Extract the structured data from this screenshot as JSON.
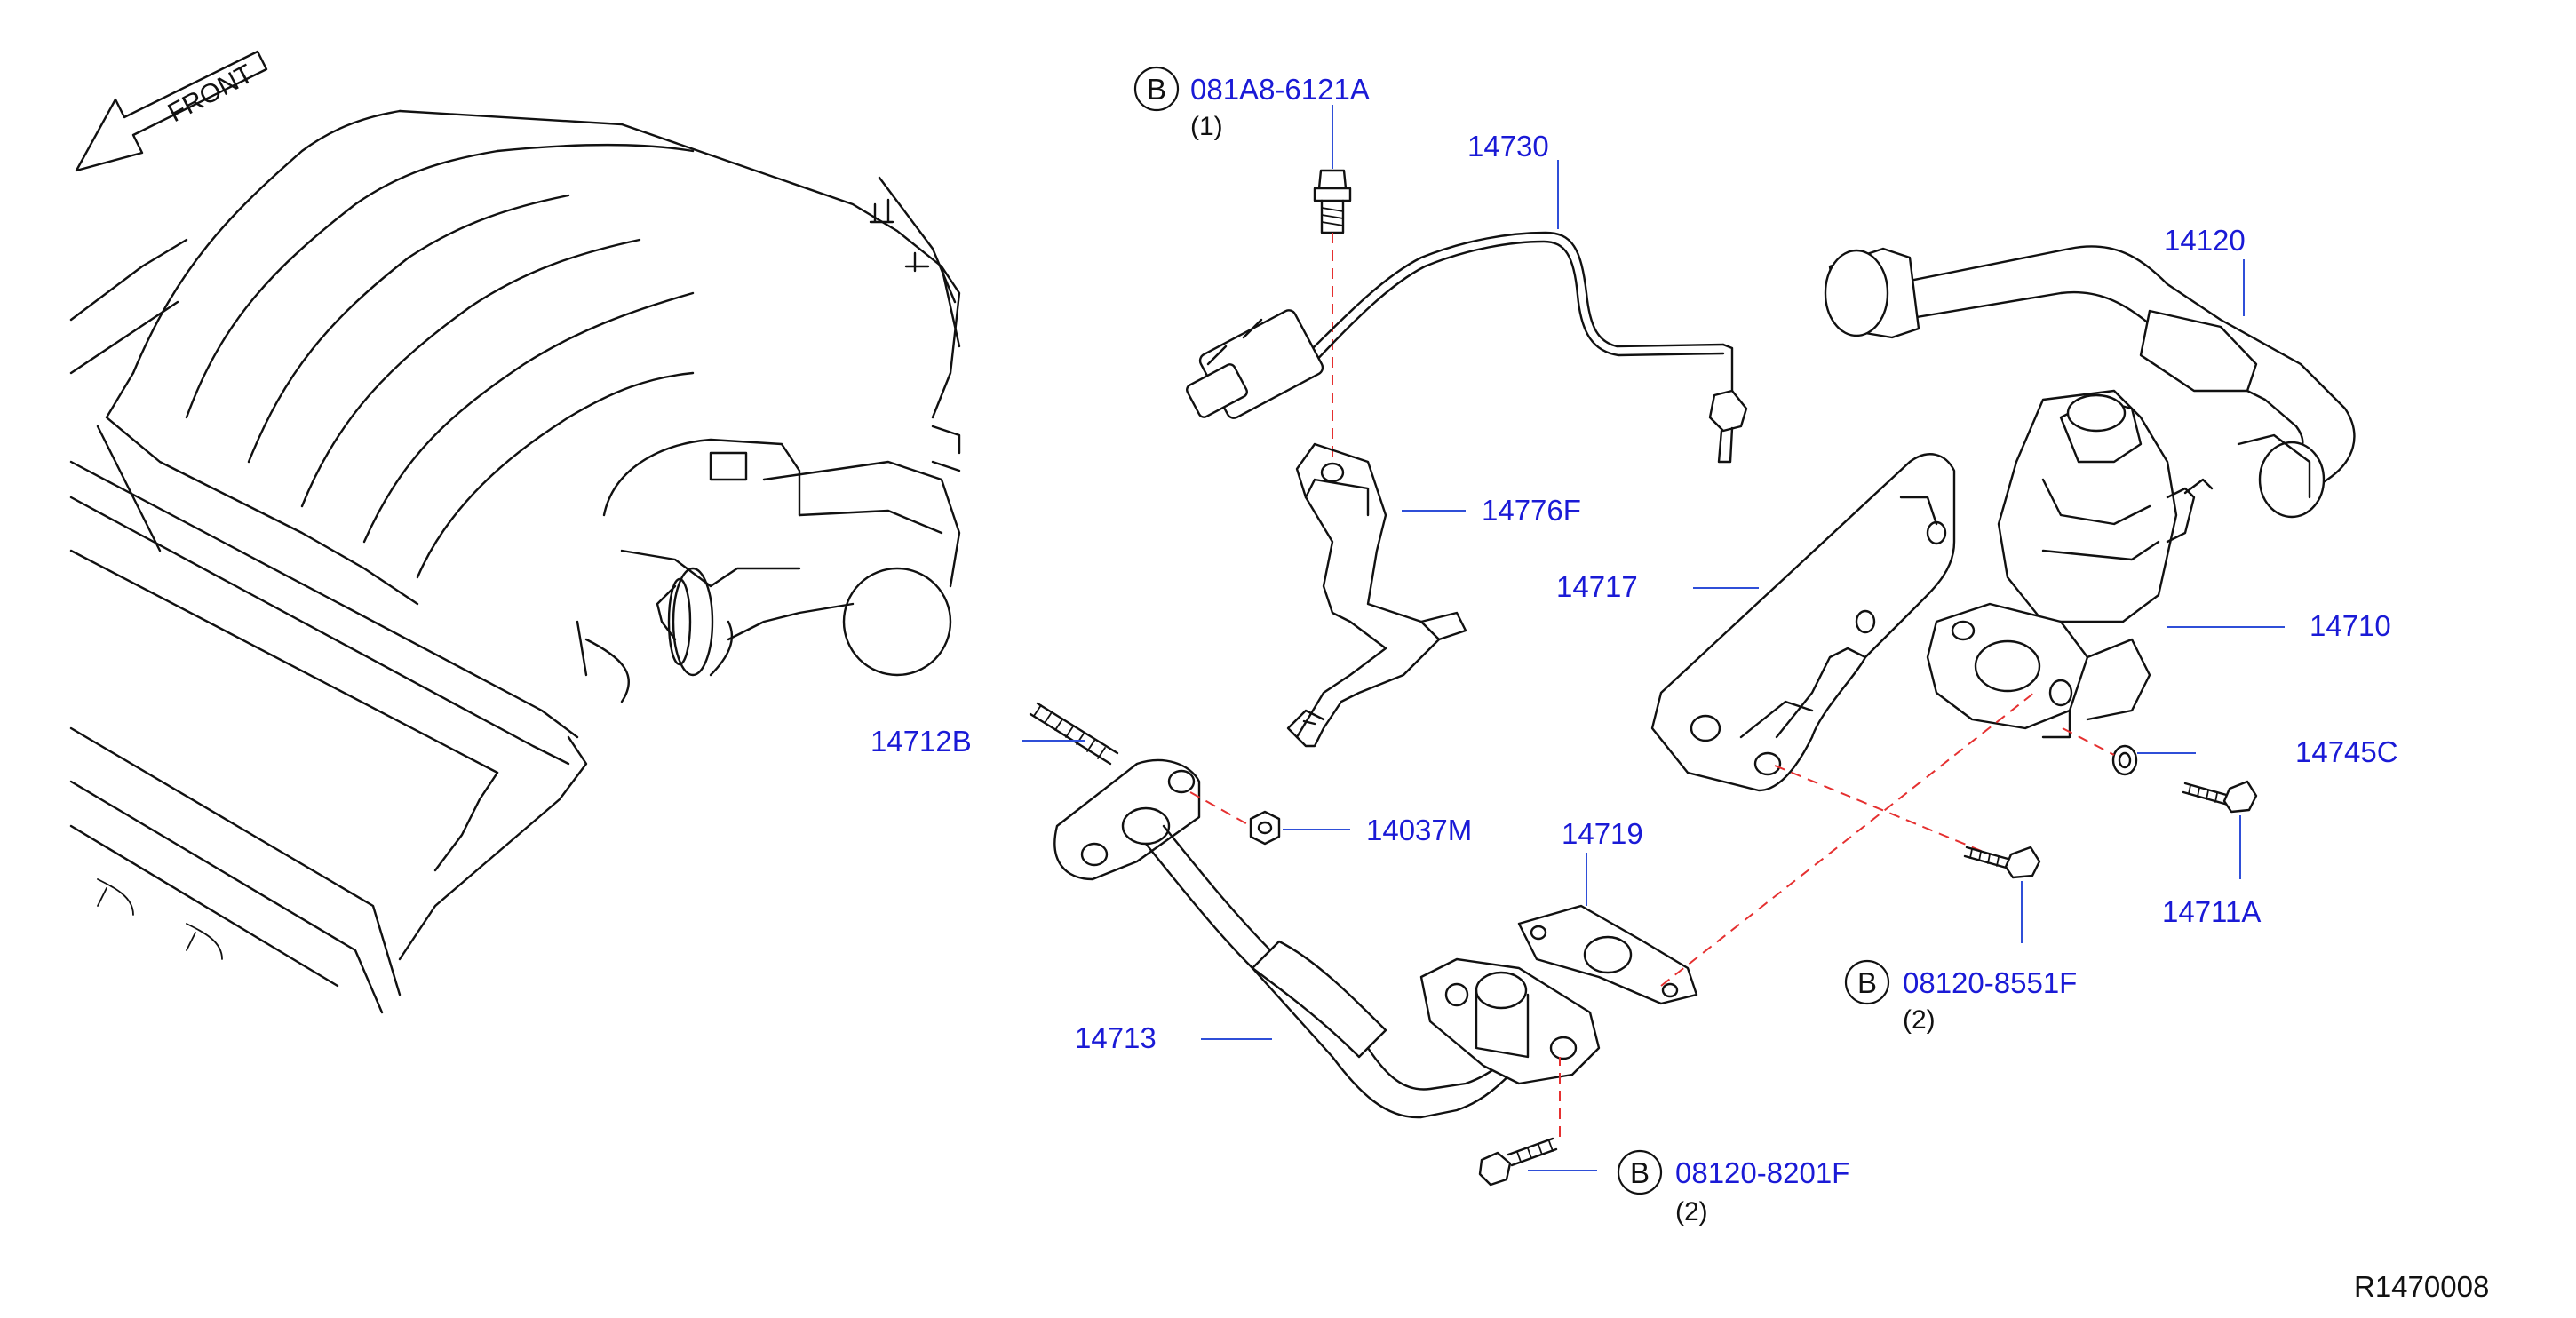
{
  "direction_label": "FRONT",
  "bolt_symbol": "B",
  "callouts": {
    "bolt_top": "081A8-6121A",
    "bolt_top_qty": "(1)",
    "sensor": "14730",
    "hose": "14120",
    "bracket": "14776F",
    "support": "14717",
    "valve": "14710",
    "stud": "14712B",
    "nut": "14037M",
    "gasket": "14719",
    "washer": "14745C",
    "screw": "14711A",
    "bolt_mid": "08120-8551F",
    "bolt_mid_qty": "(2)",
    "tube": "14713",
    "bolt_bottom": "08120-8201F",
    "bolt_bottom_qty": "(2)"
  },
  "reference": "R1470008",
  "colors": {
    "part_number": "#1a1ad6",
    "leader": "#2f4fd8",
    "mating_line": "#e53030",
    "line_art": "#111111"
  }
}
